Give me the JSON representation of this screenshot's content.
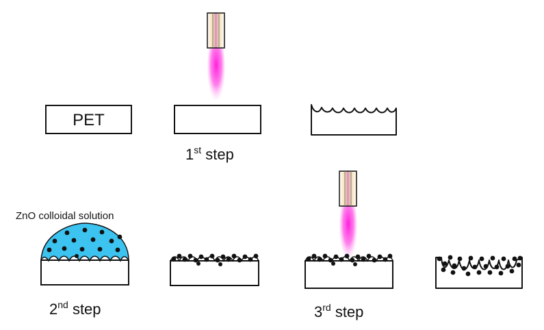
{
  "labels": {
    "substrate": "PET",
    "step1": {
      "num": "1",
      "sup": "st",
      "word": " step"
    },
    "step2": {
      "num": "2",
      "sup": "nd",
      "word": " step"
    },
    "step3": {
      "num": "3",
      "sup": "rd",
      "word": " step"
    },
    "solution": "ZnO colloidal solution"
  },
  "colors": {
    "plasma": "#ff2ee0",
    "solution": "#3cc3ef",
    "particle": "#111111",
    "outline": "#111111"
  },
  "icons": [
    "plasma-jet-icon",
    "nanoparticle-icon"
  ]
}
